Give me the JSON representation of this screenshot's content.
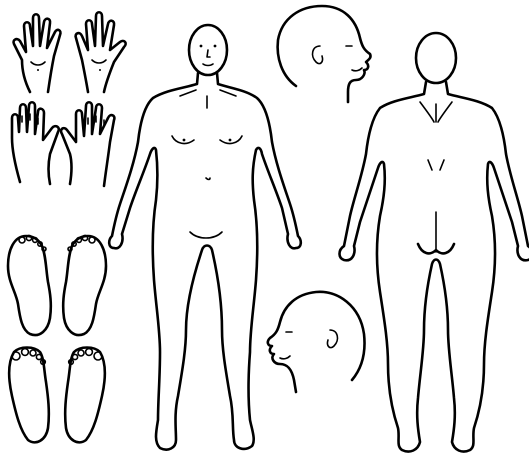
{
  "figure": {
    "type": "body-diagram",
    "background_color": "#ffffff",
    "line_color": "#000000",
    "views": [
      {
        "id": "hands-palms",
        "icon": "hand-palm-icon"
      },
      {
        "id": "hands-backs",
        "icon": "hand-back-icon"
      },
      {
        "id": "feet-soles",
        "icon": "foot-sole-icon"
      },
      {
        "id": "feet-tops",
        "icon": "foot-top-icon"
      },
      {
        "id": "body-front",
        "icon": "body-front-icon"
      },
      {
        "id": "head-profile-right",
        "icon": "head-profile-icon"
      },
      {
        "id": "body-back",
        "icon": "body-back-icon"
      },
      {
        "id": "head-profile-left",
        "icon": "head-profile-icon"
      }
    ]
  }
}
